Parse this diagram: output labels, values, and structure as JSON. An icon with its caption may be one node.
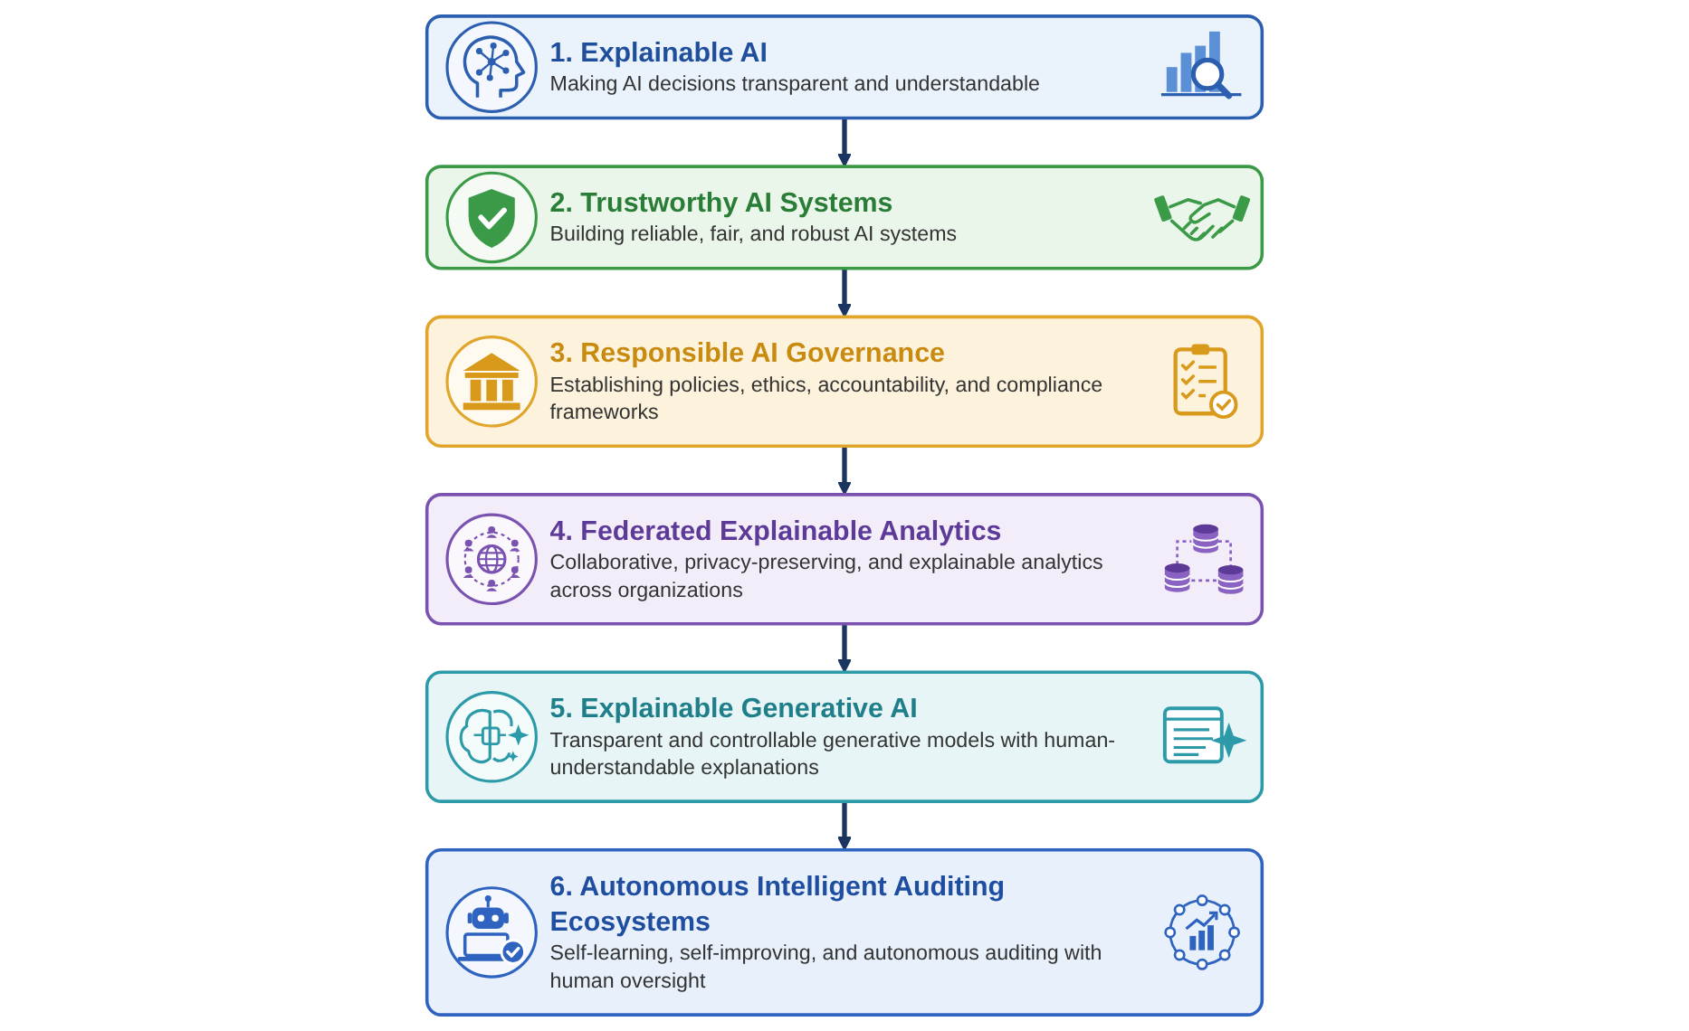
{
  "diagram": {
    "nodes": [
      {
        "text": [
          "1. Explainable AI",
          "Making AI decisions transparent and understandable"
        ]
      },
      {
        "text": [
          "2. Trustworthy AI Systems",
          "Building reliable, fair, and robust AI systems"
        ]
      },
      {
        "text": [
          "3. Responsible AI Governance",
          "Establishing policies, ethics, accountability, and compliance frameworks"
        ]
      },
      {
        "text": [
          "4. Federated Explainable Analytics",
          "Collaborative, privacy-preserving, and explainable analytics across organizations"
        ]
      },
      {
        "text": [
          "5. Explainable Generative AI",
          "Transparent and controllable generative models with human-understandable explanations"
        ]
      },
      {
        "text": [
          "6. Autonomous Intelligent Auditing Ecosystems",
          "Self-learning, self-improving, and autonomous auditing with human oversight"
        ]
      }
    ],
    "edges": [
      {
        "from": 0,
        "to": 1,
        "arrow": "to"
      },
      {
        "from": 1,
        "to": 2,
        "arrow": "to"
      },
      {
        "from": 2,
        "to": 3,
        "arrow": "to"
      },
      {
        "from": 3,
        "to": 4,
        "arrow": "to"
      },
      {
        "from": 4,
        "to": 5,
        "arrow": "to"
      }
    ]
  }
}
